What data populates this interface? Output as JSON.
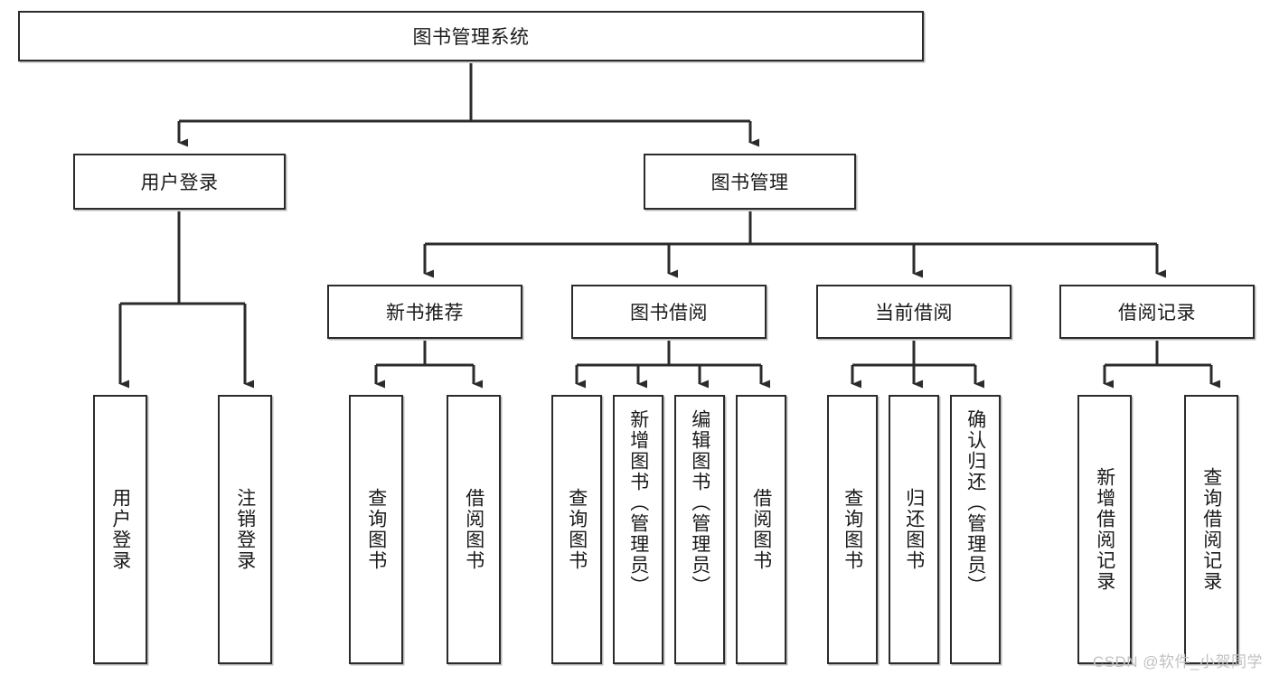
{
  "diagram": {
    "type": "tree-hierarchy-chart",
    "title": "图书管理系统",
    "colors": {
      "node_border": "#2b2b2b",
      "node_fill": "#ffffff",
      "connector": "#2b2b2b",
      "text": "#1a1a1a",
      "watermark": "#c2c2c2",
      "background": "#ffffff"
    },
    "levels": {
      "root": {
        "label": "图书管理系统"
      },
      "level1": [
        {
          "label": "用户登录"
        },
        {
          "label": "图书管理"
        }
      ],
      "level2": [
        {
          "label": "新书推荐"
        },
        {
          "label": "图书借阅"
        },
        {
          "label": "当前借阅"
        },
        {
          "label": "借阅记录"
        }
      ],
      "leaves": {
        "user_login": [
          {
            "label": "用户登录"
          },
          {
            "label": "注销登录"
          }
        ],
        "new_book_recommend": [
          {
            "label": "查询图书"
          },
          {
            "label": "借阅图书"
          }
        ],
        "book_borrow": [
          {
            "label": "查询图书"
          },
          {
            "label": "新增图书（管理员）"
          },
          {
            "label": "编辑图书（管理员）"
          },
          {
            "label": "借阅图书"
          }
        ],
        "current_borrow": [
          {
            "label": "查询图书"
          },
          {
            "label": "归还图书"
          },
          {
            "label": "确认归还（管理员）"
          }
        ],
        "borrow_record": [
          {
            "label": "新增借阅记录"
          },
          {
            "label": "查询借阅记录"
          }
        ]
      }
    },
    "watermark": "CSDN @软件_小贺同学"
  }
}
